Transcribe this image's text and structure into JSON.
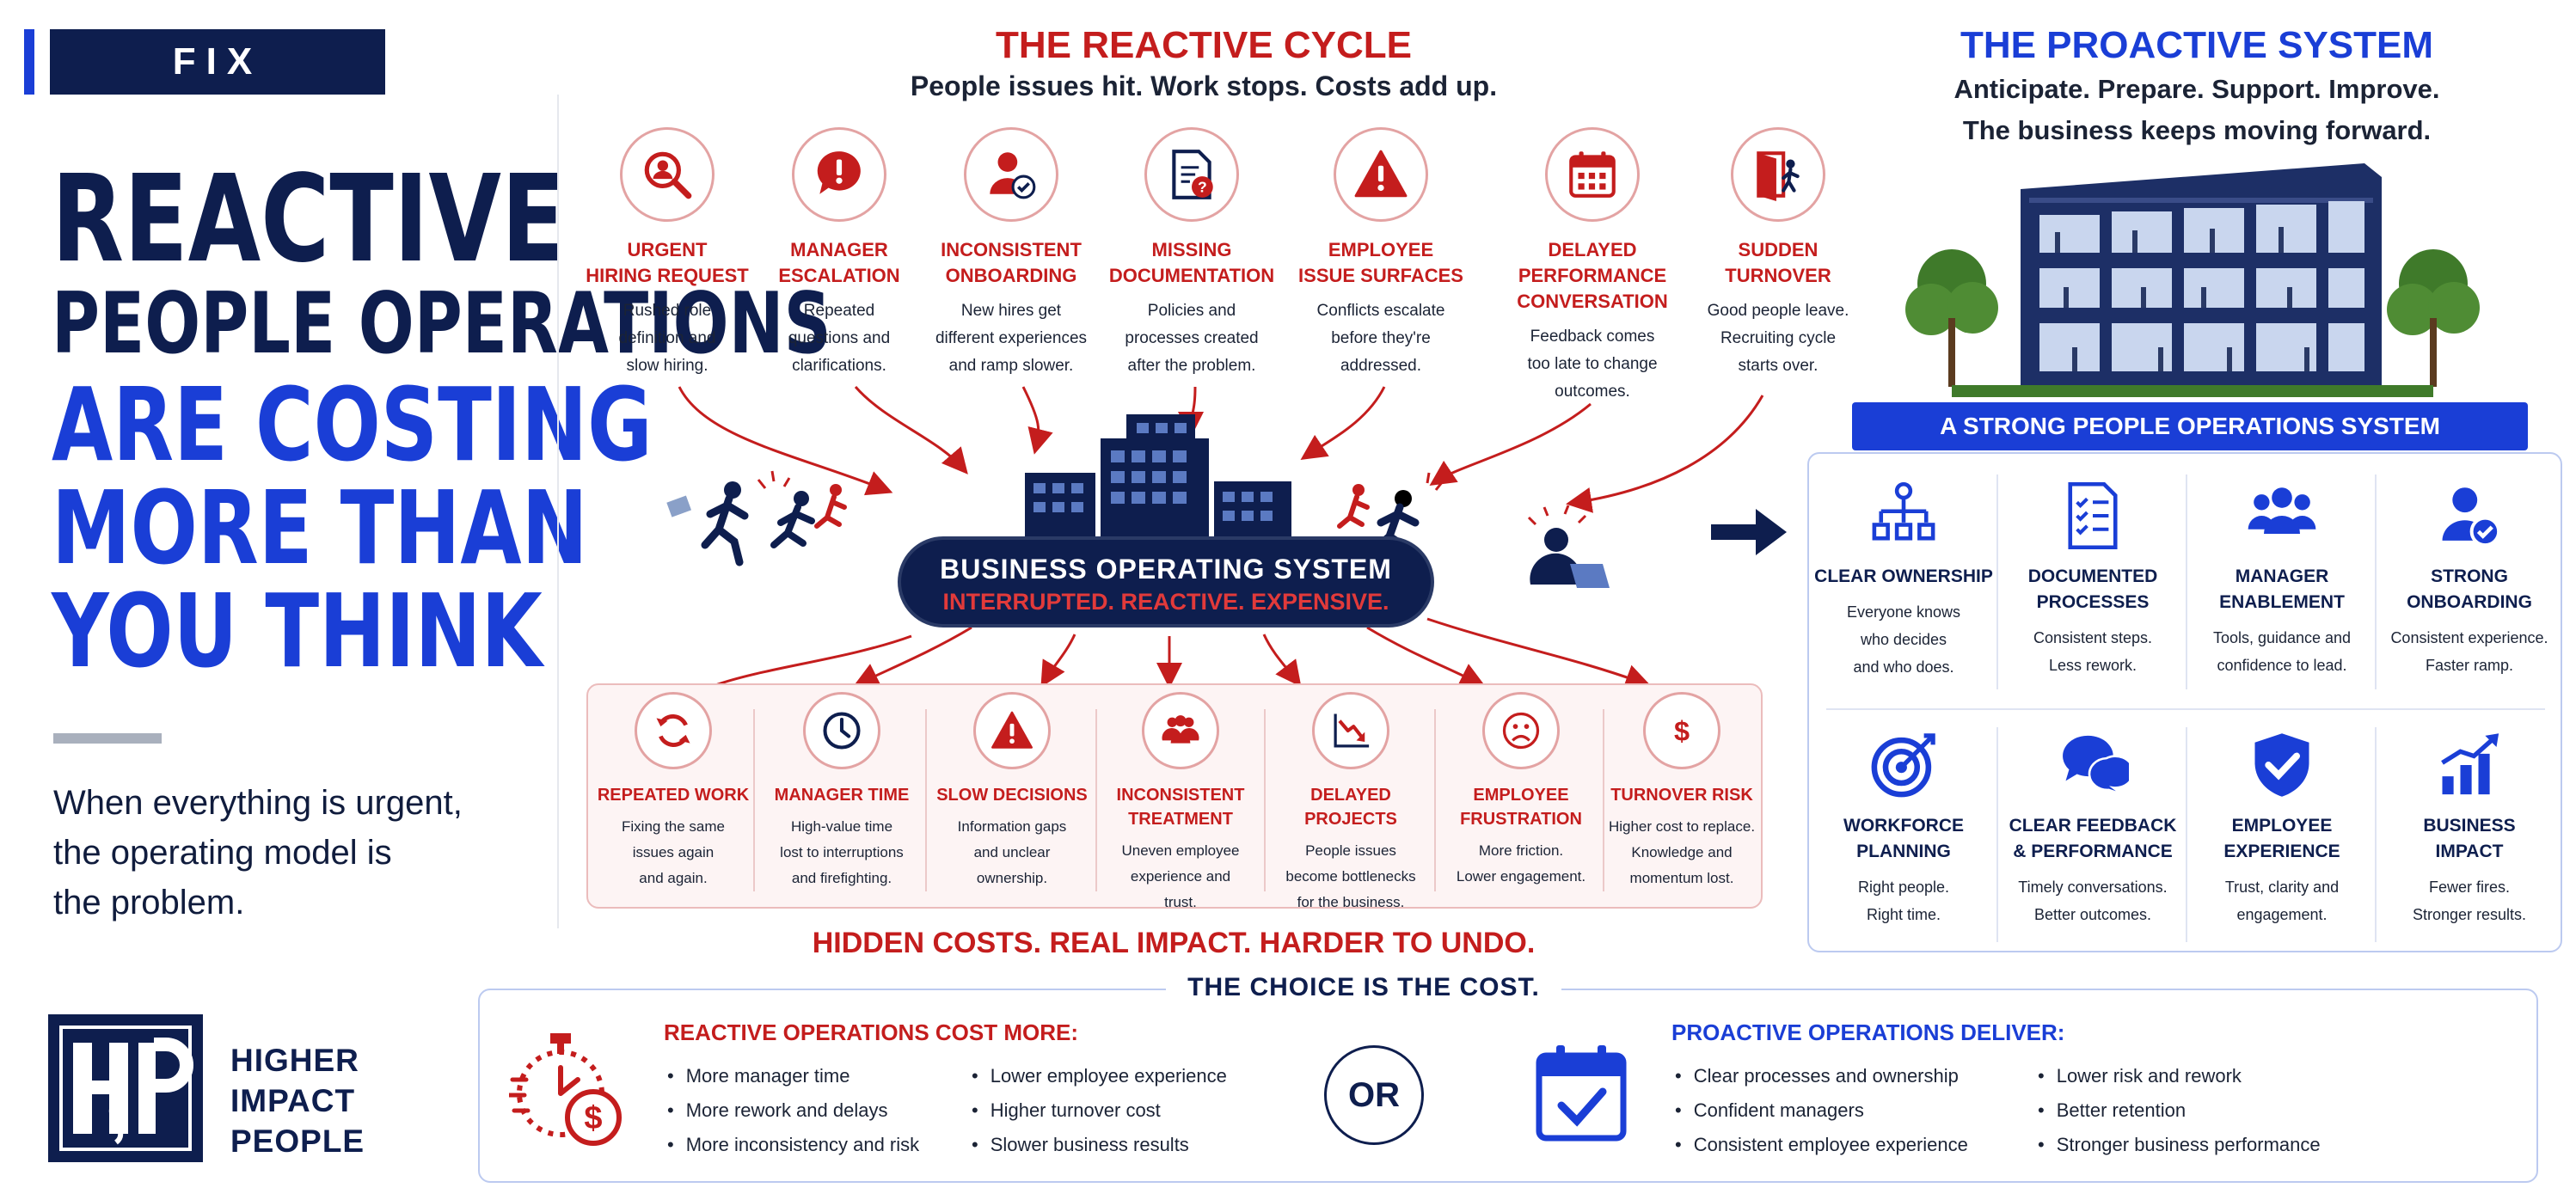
{
  "badge": "FIX",
  "headline": [
    "REACTIVE",
    "PEOPLE OPERATIONS",
    "ARE COSTING",
    "MORE THAN",
    "YOU THINK"
  ],
  "subtext": [
    "When everything is urgent,",
    "the operating model is",
    "the problem."
  ],
  "logo": {
    "mark": "HIP",
    "lines": [
      "HIGHER",
      "IMPACT",
      "PEOPLE"
    ]
  },
  "reactive_cycle": {
    "title": "THE REACTIVE CYCLE",
    "subtitle": "People issues hit. Work stops. Costs add up.",
    "triggers": [
      {
        "name": [
          "URGENT",
          "HIRING REQUEST"
        ],
        "desc": [
          "Rushed role",
          "definition and",
          "slow hiring."
        ],
        "icon": "magnifier-person-icon"
      },
      {
        "name": [
          "MANAGER",
          "ESCALATION"
        ],
        "desc": [
          "Repeated",
          "questions and",
          "clarifications."
        ],
        "icon": "alert-speech-icon"
      },
      {
        "name": [
          "INCONSISTENT",
          "ONBOARDING"
        ],
        "desc": [
          "New hires get",
          "different experiences",
          "and ramp slower."
        ],
        "icon": "person-check-icon"
      },
      {
        "name": [
          "MISSING",
          "DOCUMENTATION"
        ],
        "desc": [
          "Policies and",
          "processes created",
          "after the problem."
        ],
        "icon": "document-question-icon"
      },
      {
        "name": [
          "EMPLOYEE",
          "ISSUE SURFACES"
        ],
        "desc": [
          "Conflicts escalate",
          "before they're",
          "addressed."
        ],
        "icon": "warning-triangle-icon"
      },
      {
        "name": [
          "DELAYED",
          "PERFORMANCE",
          "CONVERSATION"
        ],
        "desc": [
          "Feedback comes",
          "too late to change",
          "outcomes."
        ],
        "icon": "calendar-icon"
      },
      {
        "name": [
          "SUDDEN",
          "TURNOVER"
        ],
        "desc": [
          "Good people leave.",
          "Recruiting cycle",
          "starts over."
        ],
        "icon": "exit-door-icon"
      }
    ],
    "center": {
      "title": "BUSINESS OPERATING SYSTEM",
      "subtitle": "INTERRUPTED. REACTIVE. EXPENSIVE."
    },
    "costs": [
      {
        "name": [
          "REPEATED WORK"
        ],
        "desc": [
          "Fixing the same",
          "issues again",
          "and again."
        ],
        "icon": "refresh-icon"
      },
      {
        "name": [
          "MANAGER TIME"
        ],
        "desc": [
          "High-value time",
          "lost to interruptions",
          "and firefighting."
        ],
        "icon": "clock-icon"
      },
      {
        "name": [
          "SLOW DECISIONS"
        ],
        "desc": [
          "Information gaps",
          "and unclear",
          "ownership."
        ],
        "icon": "warning-triangle-icon"
      },
      {
        "name": [
          "INCONSISTENT",
          "TREATMENT"
        ],
        "desc": [
          "Uneven employee",
          "experience and",
          "trust."
        ],
        "icon": "group-icon"
      },
      {
        "name": [
          "DELAYED PROJECTS"
        ],
        "desc": [
          "People issues",
          "become bottlenecks",
          "for the business."
        ],
        "icon": "chart-down-icon"
      },
      {
        "name": [
          "EMPLOYEE",
          "FRUSTRATION"
        ],
        "desc": [
          "More friction.",
          "Lower engagement."
        ],
        "icon": "frown-icon"
      },
      {
        "name": [
          "TURNOVER RISK"
        ],
        "desc": [
          "Higher cost to replace.",
          "Knowledge and",
          "momentum lost."
        ],
        "icon": "dollar-icon"
      }
    ],
    "footer": "HIDDEN COSTS. REAL IMPACT. HARDER TO UNDO."
  },
  "proactive": {
    "title": "THE PROACTIVE SYSTEM",
    "subtitle": [
      "Anticipate. Prepare. Support. Improve.",
      "The business keeps moving forward."
    ],
    "banner": "A STRONG PEOPLE OPERATIONS SYSTEM",
    "items": [
      {
        "name": [
          "CLEAR OWNERSHIP"
        ],
        "desc": [
          "Everyone knows",
          "who decides",
          "and who does."
        ],
        "icon": "org-chart-icon"
      },
      {
        "name": [
          "DOCUMENTED",
          "PROCESSES"
        ],
        "desc": [
          "Consistent steps.",
          "Less rework."
        ],
        "icon": "checklist-icon"
      },
      {
        "name": [
          "MANAGER",
          "ENABLEMENT"
        ],
        "desc": [
          "Tools, guidance and",
          "confidence to lead."
        ],
        "icon": "team-icon"
      },
      {
        "name": [
          "STRONG",
          "ONBOARDING"
        ],
        "desc": [
          "Consistent experience.",
          "Faster ramp."
        ],
        "icon": "person-check-icon"
      },
      {
        "name": [
          "WORKFORCE",
          "PLANNING"
        ],
        "desc": [
          "Right people.",
          "Right time."
        ],
        "icon": "target-icon"
      },
      {
        "name": [
          "CLEAR FEEDBACK",
          "& PERFORMANCE"
        ],
        "desc": [
          "Timely conversations.",
          "Better outcomes."
        ],
        "icon": "chat-bubbles-icon"
      },
      {
        "name": [
          "EMPLOYEE",
          "EXPERIENCE"
        ],
        "desc": [
          "Trust, clarity and",
          "engagement."
        ],
        "icon": "shield-check-icon"
      },
      {
        "name": [
          "BUSINESS",
          "IMPACT"
        ],
        "desc": [
          "Fewer fires.",
          "Stronger results."
        ],
        "icon": "bar-chart-up-icon"
      }
    ]
  },
  "choice": {
    "title": "THE CHOICE IS THE COST.",
    "or": "OR",
    "reactive_head": "REACTIVE OPERATIONS COST MORE:",
    "reactive_col1": [
      "More manager time",
      "More rework and delays",
      "More inconsistency and risk"
    ],
    "reactive_col2": [
      "Lower employee experience",
      "Higher turnover cost",
      "Slower business results"
    ],
    "proactive_head": "PROACTIVE OPERATIONS DELIVER:",
    "proactive_col1": [
      "Clear processes and ownership",
      "Confident managers",
      "Consistent employee experience"
    ],
    "proactive_col2": [
      "Lower risk and rework",
      "Better retention",
      "Stronger business performance"
    ]
  },
  "colors": {
    "navy": "#0e1e4e",
    "red": "#c41d1d",
    "blue": "#1a3ed6"
  }
}
